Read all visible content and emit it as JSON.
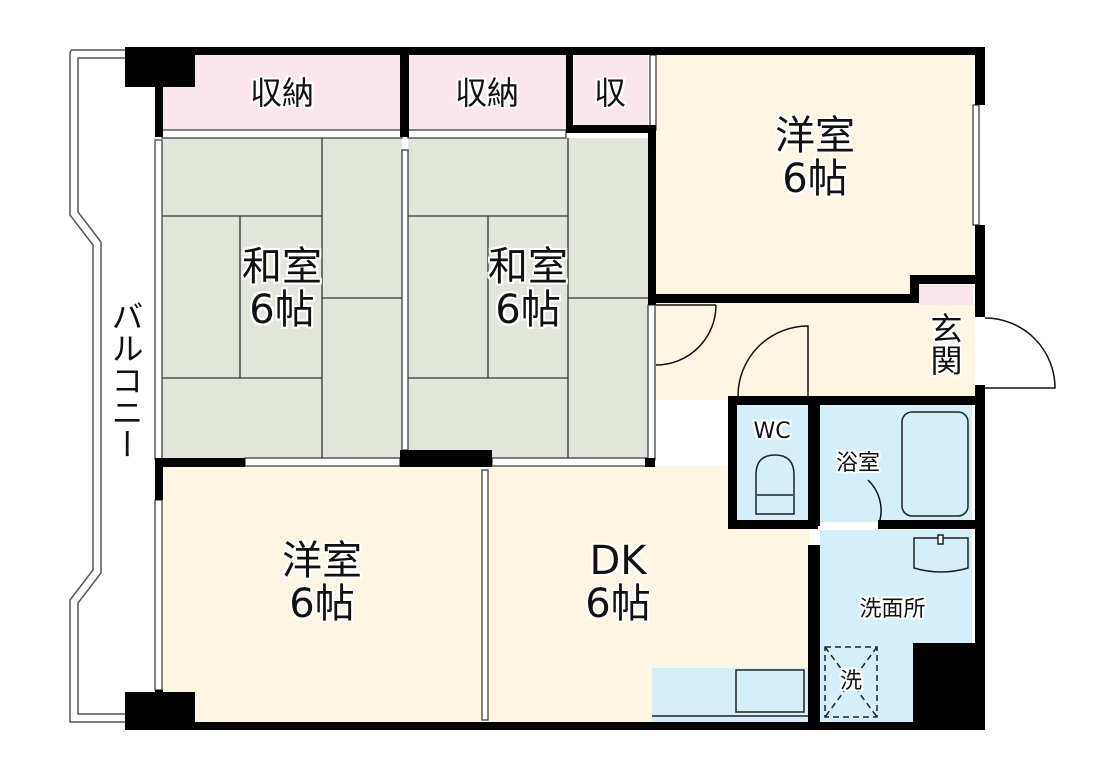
{
  "floorplan": {
    "colors": {
      "wall": "#000000",
      "storage": "#fbe6ee",
      "tatami": "#e1e6da",
      "western": "#fef5e3",
      "wet": "#d4eefa",
      "balcony": "#ffffff"
    },
    "rooms": {
      "storage_1": "収納",
      "storage_2": "収納",
      "storage_3": "収",
      "washitsu_1": {
        "name": "和室",
        "size": "6帖"
      },
      "washitsu_2": {
        "name": "和室",
        "size": "6帖"
      },
      "youshitsu_top": {
        "name": "洋室",
        "size": "6帖"
      },
      "youshitsu_bottom": {
        "name": "洋室",
        "size": "6帖"
      },
      "dk": {
        "name": "DK",
        "size": "6帖"
      },
      "entrance": "玄関",
      "wc": "WC",
      "bath": "浴室",
      "washroom": "洗面所",
      "washer": "洗",
      "balcony": "バルコニー"
    }
  }
}
